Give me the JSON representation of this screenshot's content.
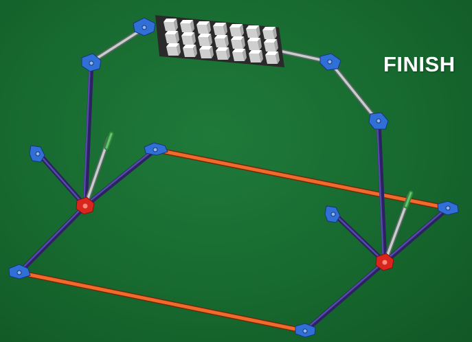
{
  "label": {
    "text": "FINISH"
  },
  "colors": {
    "background": "#17692f",
    "rod_blue": "#3b2f7d",
    "rod_orange": "#e8642a",
    "rod_grey": "#a9b3b0",
    "rod_green": "#3aa04a",
    "connector_blue": "#2f6fd6",
    "connector_red": "#d8261f",
    "block_white": "#f2f2f2",
    "panel_dark": "#2a2a2a"
  },
  "blocks": {
    "rows": 3,
    "cols": 7
  }
}
